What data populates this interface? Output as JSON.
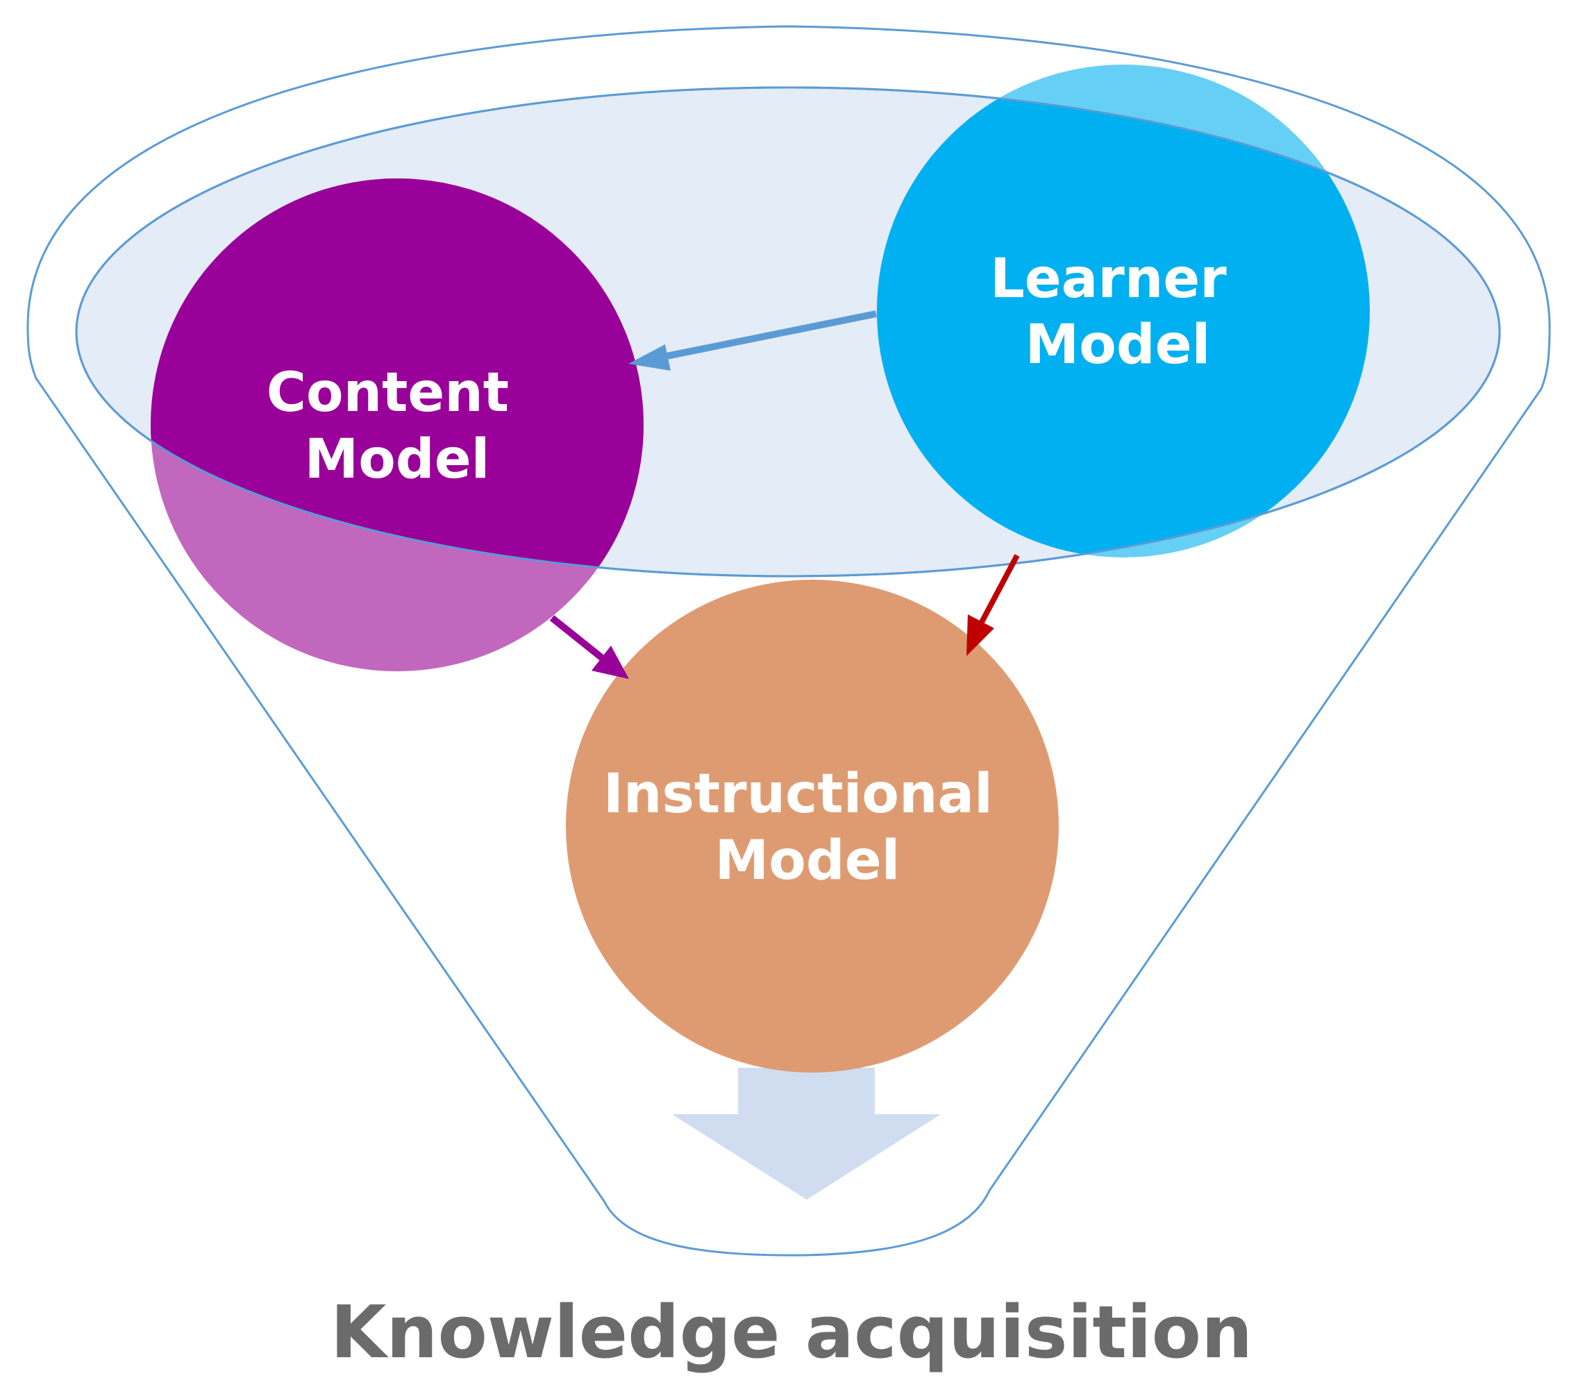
{
  "diagram": {
    "nodes": {
      "learner": {
        "line1": "Learner",
        "line2": "Model",
        "color": "#00B0F0"
      },
      "content": {
        "line1": "Content",
        "line2": "Model",
        "color": "#990099"
      },
      "instructional": {
        "line1": "Instructional",
        "line2": "Model",
        "color": "#DE9B72"
      }
    },
    "edges": [
      {
        "from": "Learner Model",
        "to": "Content Model",
        "color": "#5B9BD5"
      },
      {
        "from": "Learner Model",
        "to": "Instructional Model",
        "color": "#C00000"
      },
      {
        "from": "Content Model",
        "to": "Instructional Model",
        "color": "#990099"
      }
    ],
    "caption": "Knowledge acquisition",
    "colors": {
      "funnel_outline": "#5B9BD5",
      "inner_ellipse_fill": "#DCE6F4",
      "output_arrow": "#D0DDF0",
      "caption_text": "#6b6b6b"
    }
  }
}
